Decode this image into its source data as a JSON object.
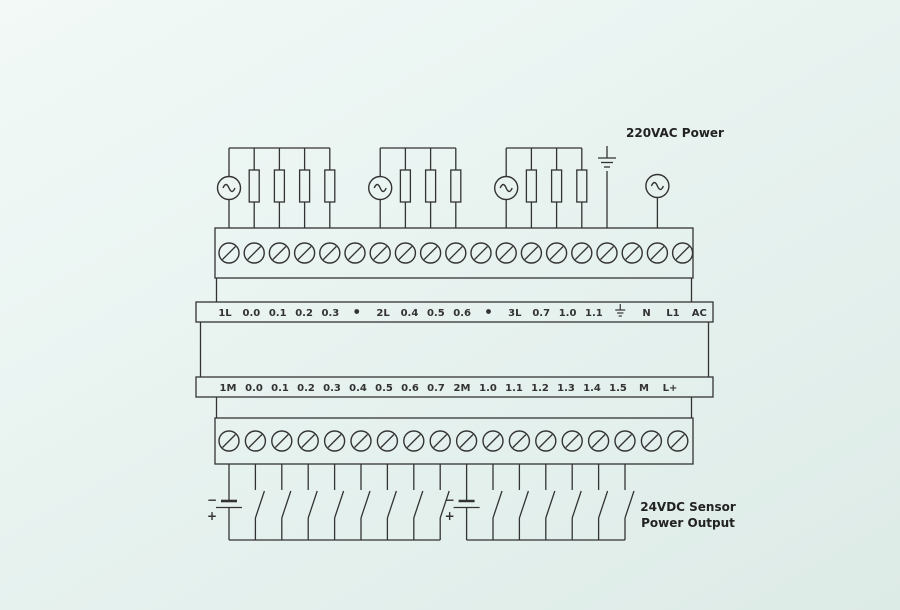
{
  "colors": {
    "ink": "#333333"
  },
  "annotations": {
    "ac_power": "220VAC Power",
    "sensor_line1": "24VDC Sensor",
    "sensor_line2": "Power Output"
  },
  "top_row": {
    "labels": [
      "1L",
      "0.0",
      "0.1",
      "0.2",
      "0.3",
      "•",
      "2L",
      "0.4",
      "0.5",
      "0.6",
      "•",
      "3L",
      "0.7",
      "1.0",
      "1.1",
      "⏚",
      "N",
      "L1",
      "AC"
    ]
  },
  "bottom_row": {
    "labels": [
      "1M",
      "0.0",
      "0.1",
      "0.2",
      "0.3",
      "0.4",
      "0.5",
      "0.6",
      "0.7",
      "2M",
      "1.0",
      "1.1",
      "1.2",
      "1.3",
      "1.4",
      "1.5",
      "M",
      "L+"
    ]
  },
  "output_wiring": {
    "groups": [
      {
        "source_terminal": 0,
        "load_terminals": [
          1,
          2,
          3,
          4
        ]
      },
      {
        "source_terminal": 6,
        "load_terminals": [
          7,
          8,
          9
        ]
      },
      {
        "source_terminal": 11,
        "load_terminals": [
          12,
          13,
          14
        ]
      }
    ],
    "ground_terminal": 15,
    "line_terminal": 17
  },
  "input_wiring": {
    "groups": [
      {
        "battery_terminal": 0,
        "switch_terminals": [
          1,
          2,
          3,
          4,
          5,
          6,
          7,
          8
        ]
      },
      {
        "battery_terminal": 9,
        "switch_terminals": [
          10,
          11,
          12,
          13,
          14,
          15
        ]
      }
    ],
    "battery_minus": "−",
    "battery_plus": "+"
  }
}
